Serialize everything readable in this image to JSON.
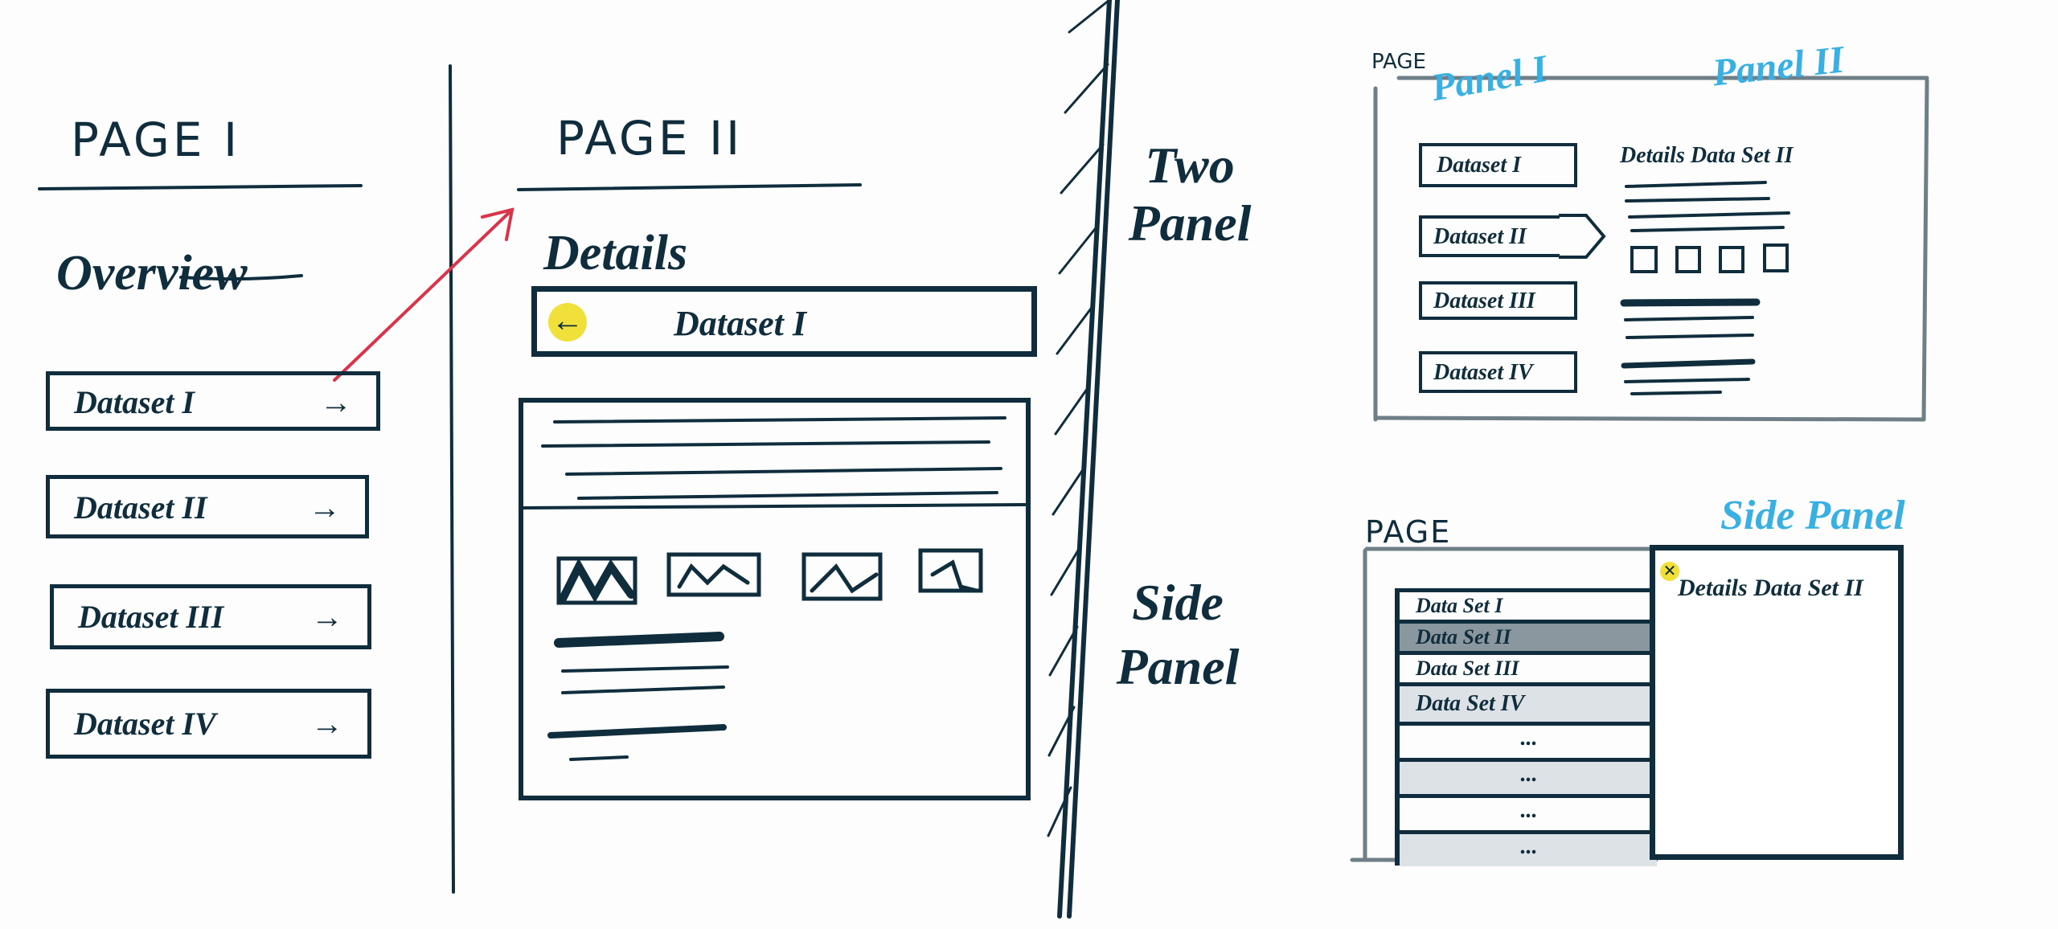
{
  "page_one": {
    "title": "PAGE I",
    "heading": "Overview",
    "items": [
      {
        "label": "Dataset I",
        "arrow": "→"
      },
      {
        "label": "Dataset II",
        "arrow": "→"
      },
      {
        "label": "Dataset III",
        "arrow": "→"
      },
      {
        "label": "Dataset IV",
        "arrow": "→"
      }
    ]
  },
  "page_two": {
    "title": "PAGE II",
    "heading": "Details",
    "back_icon": "arrow-left-icon",
    "header_label": "Dataset I"
  },
  "patterns": {
    "two_panel": "Two Panel",
    "side_panel": "Side Panel"
  },
  "two_panel_sketch": {
    "page_label": "PAGE",
    "panel_one_label": "Panel I",
    "panel_two_label": "Panel II",
    "items": [
      "Dataset I",
      "Dataset II",
      "Dataset III",
      "Dataset IV"
    ],
    "detail_title": "Details Data Set II"
  },
  "side_panel_sketch": {
    "page_label": "PAGE",
    "side_panel_label": "Side Panel",
    "items": [
      "Data Set I",
      "Data Set II",
      "Data Set III",
      "Data Set IV",
      "...",
      "...",
      "...",
      "..."
    ],
    "close_icon": "close-icon",
    "detail_title": "Details Data Set II"
  },
  "colors": {
    "ink": "#0f2d3c",
    "accent_blue": "#3ab0e2",
    "highlight_yellow": "#f1e03a",
    "arrow_red": "#d8344a",
    "frame_gray": "#6f7f88",
    "selected_row": "#8a979f",
    "shaded_row": "#dde2e6"
  }
}
